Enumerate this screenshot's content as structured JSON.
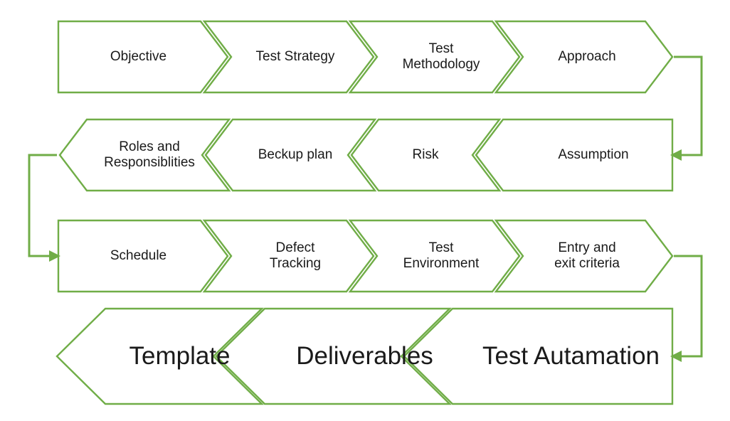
{
  "diagram": {
    "title": "Test Plan Components Chevron Flow",
    "accent_color": "#70ad47",
    "text_color": "#1a1a1a",
    "background_color": "#ffffff",
    "rows": [
      {
        "id": "row-1",
        "direction": "right",
        "text_size": "small",
        "steps": [
          {
            "label": "Objective"
          },
          {
            "label": "Test Strategy"
          },
          {
            "label": "Test\nMethodology"
          },
          {
            "label": "Approach"
          }
        ]
      },
      {
        "id": "row-2",
        "direction": "left",
        "text_size": "small",
        "steps": [
          {
            "label": "Roles and\nResponsiblities"
          },
          {
            "label": "Beckup plan"
          },
          {
            "label": "Risk"
          },
          {
            "label": "Assumption"
          }
        ]
      },
      {
        "id": "row-3",
        "direction": "right",
        "text_size": "small",
        "steps": [
          {
            "label": "Schedule"
          },
          {
            "label": "Defect\nTracking"
          },
          {
            "label": "Test\nEnvironment"
          },
          {
            "label": "Entry and\nexit criteria"
          }
        ]
      },
      {
        "id": "row-4",
        "direction": "left",
        "text_size": "large",
        "steps": [
          {
            "label": "Template"
          },
          {
            "label": "Deliverables"
          },
          {
            "label": "Test Autamation"
          }
        ]
      }
    ],
    "connectors": [
      {
        "id": "connector-row1-to-row2",
        "side": "right",
        "from_row": "row-1",
        "to_row": "row-2"
      },
      {
        "id": "connector-row2-to-row3",
        "side": "left",
        "from_row": "row-2",
        "to_row": "row-3"
      },
      {
        "id": "connector-row3-to-row4",
        "side": "right",
        "from_row": "row-3",
        "to_row": "row-4"
      }
    ]
  }
}
